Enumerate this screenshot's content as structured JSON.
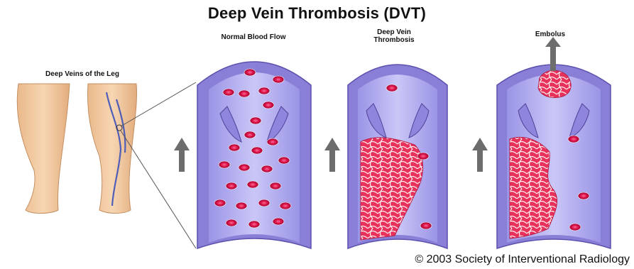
{
  "title": "Deep Vein Thrombosis (DVT)",
  "labels": {
    "legs": "Deep Veins of the Leg",
    "normal": "Normal Blood Flow",
    "dvt_line1": "Deep Vein",
    "dvt_line2": "Thrombosis",
    "embolus": "Embolus"
  },
  "copyright": "© 2003 Society of Interventional Radiology",
  "colors": {
    "vein_wall": "#8a7fd6",
    "vein_lumen": "#b7b3f2",
    "blood_cell": "#e0144e",
    "clot": "#e8325c",
    "arrow": "#6d6d6d"
  }
}
